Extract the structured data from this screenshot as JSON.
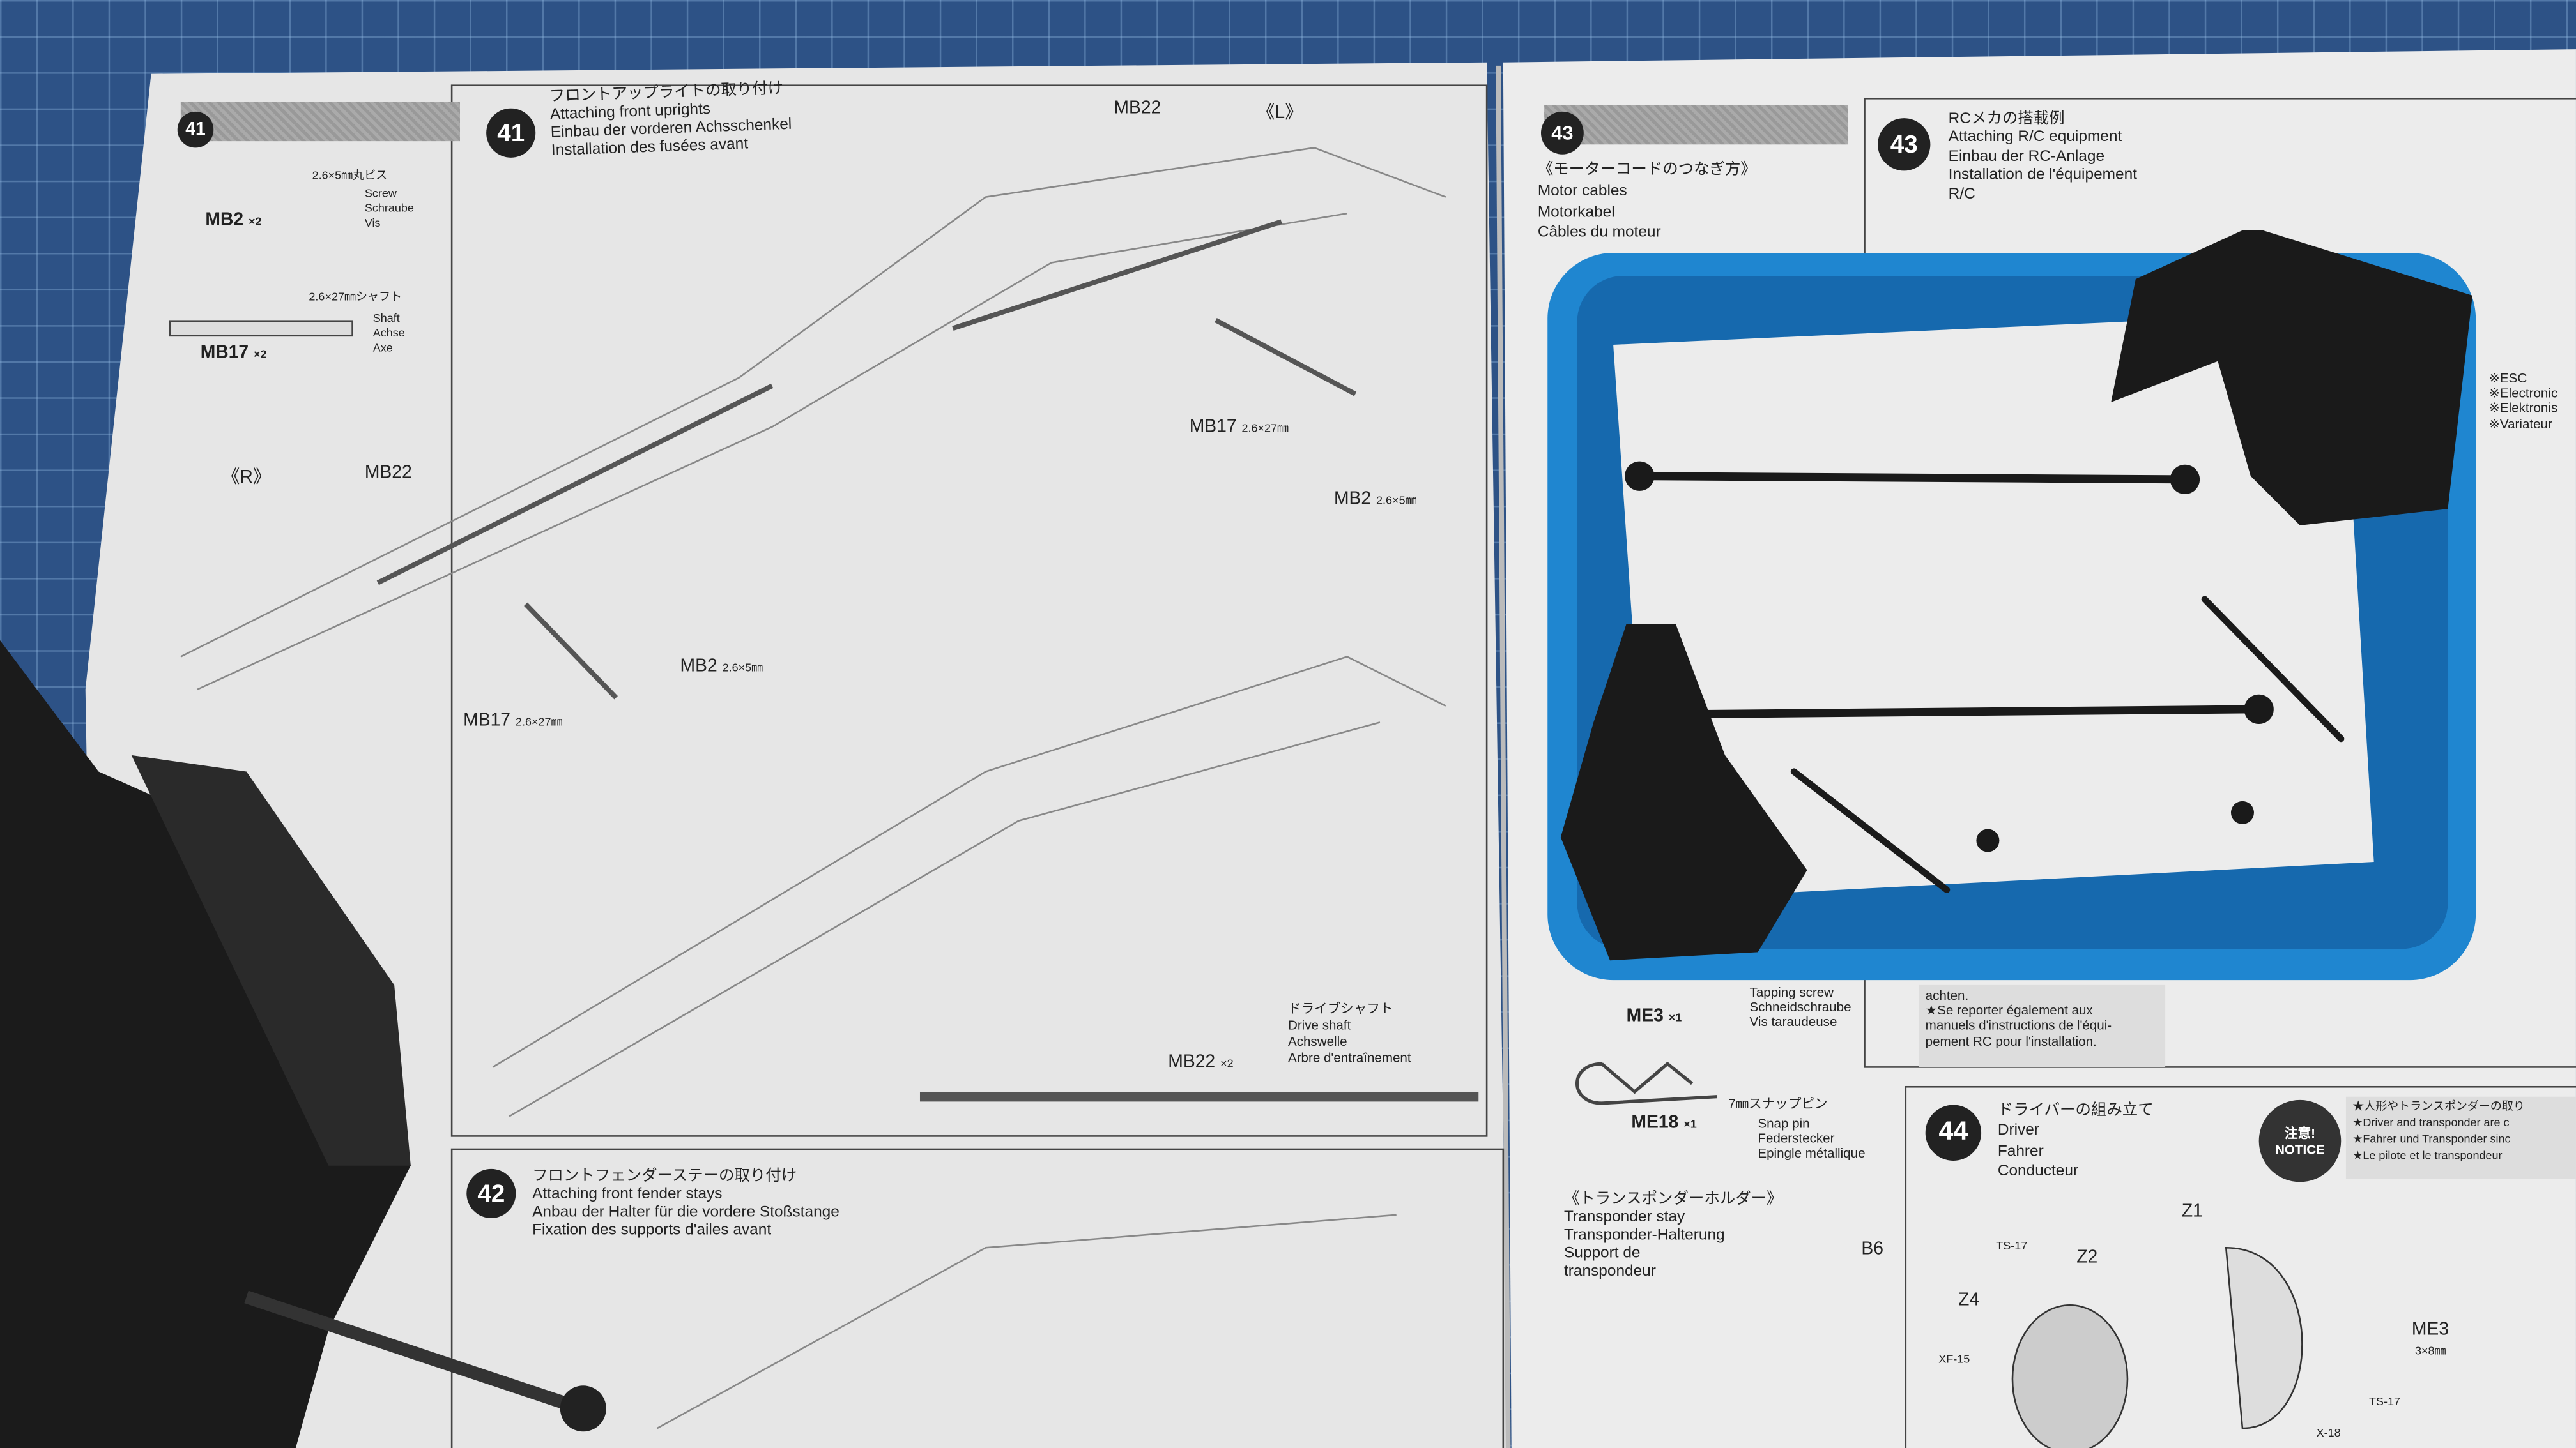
{
  "left_page": {
    "step41_sidebar": {
      "number": "41",
      "mb2_label": "MB2",
      "mb2_qty": "×2",
      "mb2_spec": "2.6×5㎜丸ビス",
      "mb2_names": [
        "Screw",
        "Schraube",
        "Vis"
      ],
      "mb17_label": "MB17",
      "mb17_qty": "×2",
      "mb17_spec": "2.6×27㎜シャフト",
      "mb17_names": [
        "Shaft",
        "Achse",
        "Axe"
      ]
    },
    "step41": {
      "number": "41",
      "title_jp": "フロントアップライトの取り付け",
      "title_en": "Attaching front uprights",
      "title_de": "Einbau der vorderen Achsschenkel",
      "title_fr": "Installation des fusées avant",
      "callouts": {
        "mb22_top": "MB22",
        "left_mark": "《L》",
        "right_mark": "《R》",
        "mb22_left": "MB22",
        "mb17_a": "MB17",
        "mb17_a_spec": "2.6×27㎜",
        "mb2_a": "MB2",
        "mb2_a_spec": "2.6×5㎜",
        "mb2_b": "MB2",
        "mb2_b_spec": "2.6×5㎜",
        "mb17_b": "MB17",
        "mb17_b_spec": "2.6×27㎜"
      },
      "driveshaft": {
        "label": "MB22",
        "qty": "×2",
        "jp": "ドライブシャフト",
        "en": "Drive shaft",
        "de": "Achswelle",
        "fr": "Arbre d'entraînement"
      }
    },
    "step42": {
      "number": "42",
      "title_jp": "フロントフェンダーステーの取り付け",
      "title_en": "Attaching front fender stays",
      "title_de": "Anbau der Halter für die vordere Stoßstange",
      "title_fr": "Fixation des supports d'ailes avant"
    }
  },
  "right_page": {
    "step43_sidebar": {
      "number": "43",
      "jp": "《モーターコードのつなぎ方》",
      "en": "Motor cables",
      "de": "Motorkabel",
      "fr": "Câbles du moteur"
    },
    "step43": {
      "number": "43",
      "title_jp": "RCメカの搭載例",
      "title_en": "Attaching R/C equipment",
      "title_de": "Einbau der RC-Anlage",
      "title_fr": "Installation de l'équipement",
      "title_fr2": "R/C",
      "esc_notes": [
        "※ESC",
        "※Electronic",
        "※Elektronis",
        "※Variateur"
      ]
    },
    "me3": {
      "label": "ME3",
      "qty": "×1",
      "names": [
        "Tapping screw",
        "Schneidschraube",
        "Vis taraudeuse"
      ]
    },
    "note_fr": [
      "achten.",
      "★Se reporter également aux",
      "manuels d'instructions de l'équi-",
      "pement RC pour l'installation."
    ],
    "me18": {
      "label": "ME18",
      "qty": "×1",
      "jp": "7㎜スナップピン",
      "names": [
        "Snap pin",
        "Federstecker",
        "Epingle métallique"
      ]
    },
    "transponder": {
      "jp": "《トランスポンダーホルダー》",
      "names": [
        "Transponder stay",
        "Transponder-Halterung",
        "Support de",
        "transpondeur"
      ],
      "part": "B6"
    },
    "step44": {
      "number": "44",
      "title_jp": "ドライバーの組み立て",
      "title_en": "Driver",
      "title_de": "Fahrer",
      "title_fr": "Conducteur",
      "notice_jp": "注意!",
      "notice_en": "NOTICE",
      "notices": [
        "★人形やトランスポンダーの取り",
        "★Driver and transponder are c",
        "★Fahrer und Transponder sinc",
        "★Le pilote et le transpondeur"
      ],
      "parts": [
        "Z1",
        "TS-17",
        "Z2",
        "Z4",
        "XF-15",
        "ME3",
        "3×8㎜",
        "TS-17",
        "X-18"
      ]
    }
  },
  "colors": {
    "mat": "#2d5286",
    "tray": "#1f86d0",
    "paper": "#e9e9e9",
    "parts": "#1a1a1a"
  }
}
